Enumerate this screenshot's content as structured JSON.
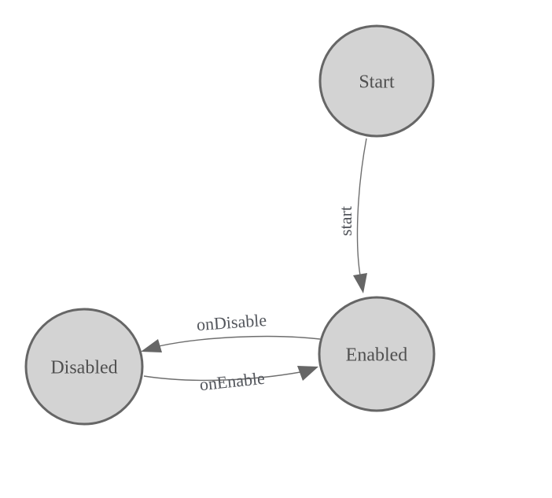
{
  "page": {
    "background_color": "#ffffff"
  },
  "diagram": {
    "type": "state-machine-diagram",
    "colors": {
      "node_fill": "#d3d3d3",
      "node_border": "#666666",
      "edge_line": "#6e6e6e",
      "arrowhead": "#666666",
      "node_label_text": "#4f4f4f",
      "edge_label_text": "#53565c"
    },
    "nodes": [
      {
        "id": "start",
        "label": "Start"
      },
      {
        "id": "enabled",
        "label": "Enabled"
      },
      {
        "id": "disabled",
        "label": "Disabled"
      }
    ],
    "edges": [
      {
        "from": "Start",
        "to": "Enabled",
        "label": "start"
      },
      {
        "from": "Enabled",
        "to": "Disabled",
        "label": "onDisable"
      },
      {
        "from": "Disabled",
        "to": "Enabled",
        "label": "onEnable"
      }
    ]
  }
}
